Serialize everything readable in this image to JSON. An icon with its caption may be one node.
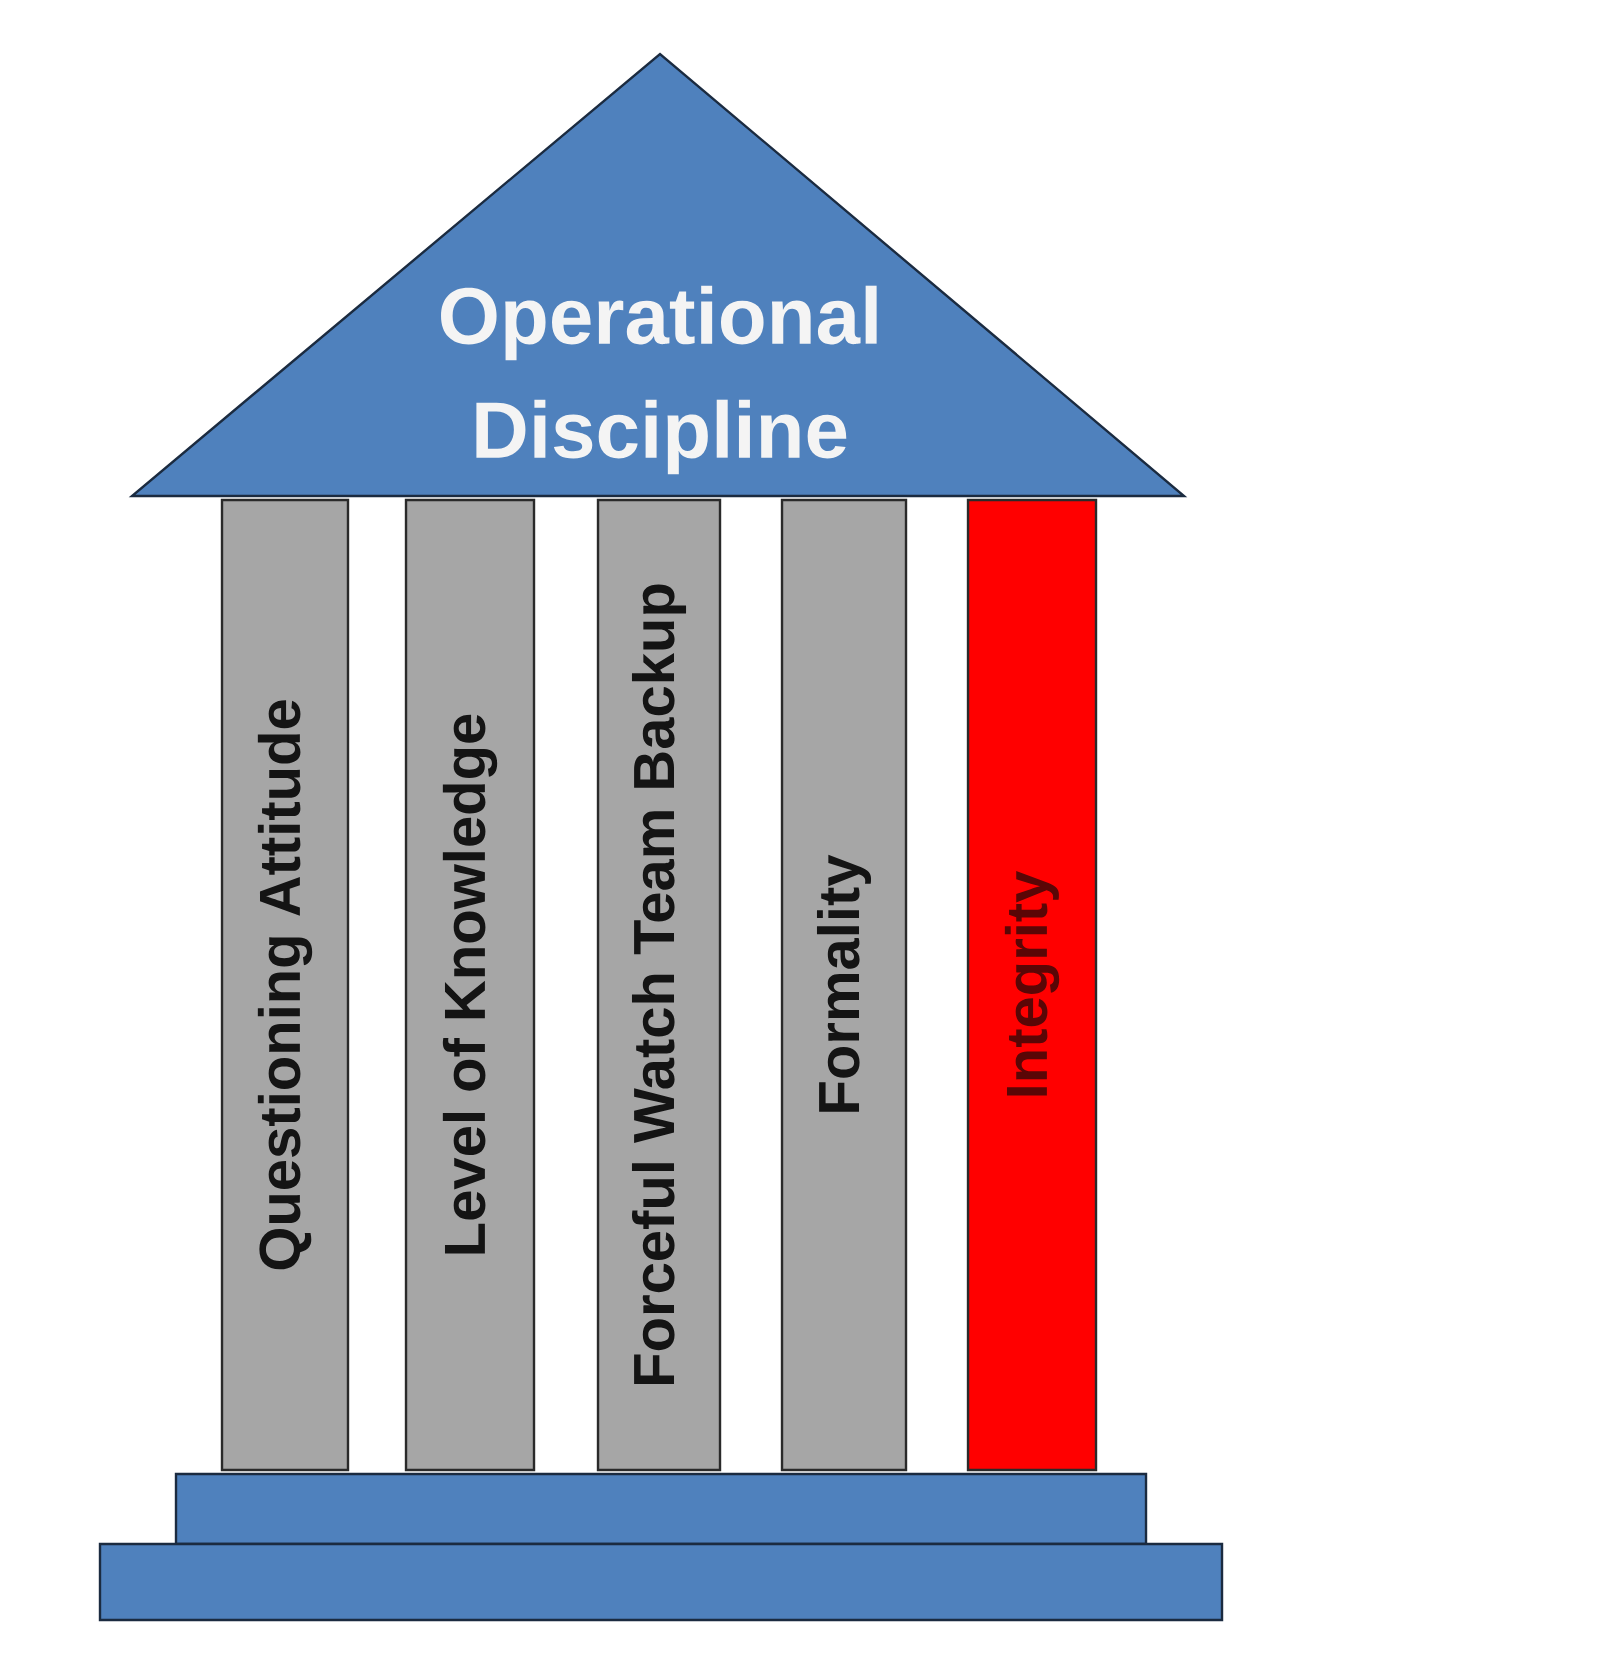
{
  "diagram": {
    "nodes": [
      {
        "text": [
          "Operational Discipline"
        ]
      },
      {
        "text": [
          "Questioning Attitude"
        ]
      },
      {
        "text": [
          "Level of Knowledge"
        ]
      },
      {
        "text": [
          "Forceful Watch Team Backup"
        ]
      },
      {
        "text": [
          "Formality"
        ]
      },
      {
        "text": [
          "Integrity"
        ]
      },
      {
        "text": [],
        "shape": "box"
      },
      {
        "text": [],
        "shape": "box"
      }
    ]
  }
}
